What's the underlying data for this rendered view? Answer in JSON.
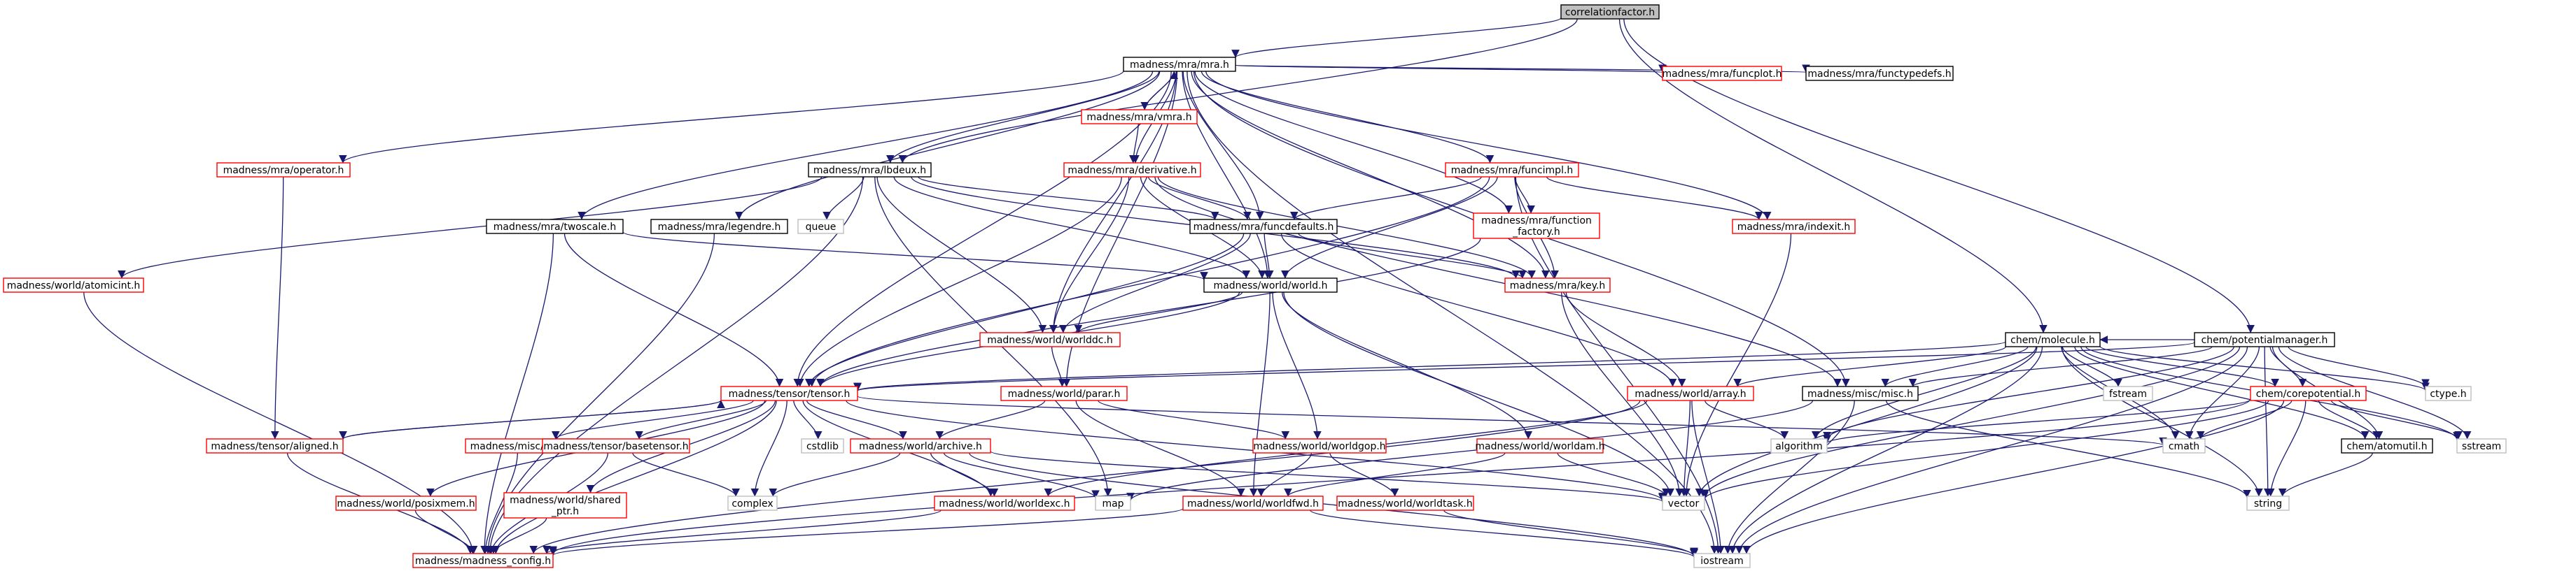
{
  "colors": {
    "edge": "#191970",
    "node_border_black": "#000000",
    "node_border_red": "#ff0000",
    "node_border_gray": "#bfbfbf",
    "root_fill": "#bfbfbf",
    "node_fill": "#ffffff"
  },
  "nodes": {
    "correlationfactor": {
      "label": "correlationfactor.h",
      "style": "root"
    },
    "mra": {
      "label": "madness/mra/mra.h",
      "style": "black"
    },
    "funcplot": {
      "label": "madness/mra/funcplot.h",
      "style": "red"
    },
    "functypedefs": {
      "label": "madness/mra/functypedefs.h",
      "style": "black"
    },
    "vmra": {
      "label": "madness/mra/vmra.h",
      "style": "red"
    },
    "operator": {
      "label": "madness/mra/operator.h",
      "style": "red"
    },
    "derivative": {
      "label": "madness/mra/derivative.h",
      "style": "red"
    },
    "funcimpl": {
      "label": "madness/mra/funcimpl.h",
      "style": "red"
    },
    "lbdeux": {
      "label": "madness/mra/lbdeux.h",
      "style": "black"
    },
    "queue": {
      "label": "queue",
      "style": "gray"
    },
    "funcdefaults": {
      "label": "madness/mra/funcdefaults.h",
      "style": "black"
    },
    "function_factory": {
      "label": [
        "madness/mra/function",
        "_factory.h"
      ],
      "style": "red"
    },
    "indexit": {
      "label": "madness/mra/indexit.h",
      "style": "red"
    },
    "twoscale": {
      "label": "madness/mra/twoscale.h",
      "style": "black"
    },
    "legendre": {
      "label": "madness/mra/legendre.h",
      "style": "black"
    },
    "atomicint": {
      "label": "madness/world/atomicint.h",
      "style": "red"
    },
    "world": {
      "label": "madness/world/world.h",
      "style": "black"
    },
    "key": {
      "label": "madness/mra/key.h",
      "style": "red"
    },
    "worlddc": {
      "label": "madness/world/worlddc.h",
      "style": "red"
    },
    "molecule": {
      "label": "chem/molecule.h",
      "style": "black"
    },
    "potentialmanager": {
      "label": "chem/potentialmanager.h",
      "style": "black"
    },
    "tensor": {
      "label": "madness/tensor/tensor.h",
      "style": "red"
    },
    "parar": {
      "label": "madness/world/parar.h",
      "style": "red"
    },
    "array": {
      "label": "madness/world/array.h",
      "style": "red"
    },
    "misc": {
      "label": "madness/misc/misc.h",
      "style": "black"
    },
    "fstream": {
      "label": "fstream",
      "style": "gray"
    },
    "corepotential": {
      "label": "chem/corepotential.h",
      "style": "red"
    },
    "ctype": {
      "label": "ctype.h",
      "style": "gray"
    },
    "aligned": {
      "label": "madness/tensor/aligned.h",
      "style": "red"
    },
    "ran": {
      "label": "madness/misc/ran.h",
      "style": "red"
    },
    "basetensor": {
      "label": "madness/tensor/basetensor.h",
      "style": "red"
    },
    "cstdlib": {
      "label": "cstdlib",
      "style": "gray"
    },
    "archive": {
      "label": "madness/world/archive.h",
      "style": "red"
    },
    "worldgop": {
      "label": "madness/world/worldgop.h",
      "style": "red"
    },
    "worldam": {
      "label": "madness/world/worldam.h",
      "style": "red"
    },
    "algorithm": {
      "label": "algorithm",
      "style": "gray"
    },
    "cmath": {
      "label": "cmath",
      "style": "gray"
    },
    "atomutil": {
      "label": "chem/atomutil.h",
      "style": "black"
    },
    "sstream": {
      "label": "sstream",
      "style": "gray"
    },
    "posixmem": {
      "label": "madness/world/posixmem.h",
      "style": "red"
    },
    "shared_ptr": {
      "label": [
        "madness/world/shared",
        "_ptr.h"
      ],
      "style": "red"
    },
    "complex": {
      "label": "complex",
      "style": "gray"
    },
    "worldexc": {
      "label": "madness/world/worldexc.h",
      "style": "red"
    },
    "map": {
      "label": "map",
      "style": "gray"
    },
    "worldfwd": {
      "label": "madness/world/worldfwd.h",
      "style": "red"
    },
    "worldtask": {
      "label": "madness/world/worldtask.h",
      "style": "red"
    },
    "vector": {
      "label": "vector",
      "style": "gray"
    },
    "string": {
      "label": "string",
      "style": "gray"
    },
    "madness_config": {
      "label": "madness/madness_config.h",
      "style": "red"
    },
    "iostream": {
      "label": "iostream",
      "style": "gray"
    }
  },
  "edges": [
    [
      "correlationfactor",
      "mra"
    ],
    [
      "correlationfactor",
      "lbdeux"
    ],
    [
      "correlationfactor",
      "molecule"
    ],
    [
      "correlationfactor",
      "potentialmanager"
    ],
    [
      "mra",
      "funcplot"
    ],
    [
      "mra",
      "functypedefs"
    ],
    [
      "mra",
      "vmra"
    ],
    [
      "mra",
      "operator"
    ],
    [
      "mra",
      "derivative"
    ],
    [
      "mra",
      "funcimpl"
    ],
    [
      "mra",
      "lbdeux"
    ],
    [
      "mra",
      "funcdefaults"
    ],
    [
      "mra",
      "function_factory"
    ],
    [
      "mra",
      "indexit"
    ],
    [
      "mra",
      "twoscale"
    ],
    [
      "mra",
      "legendre"
    ],
    [
      "mra",
      "world"
    ],
    [
      "mra",
      "key"
    ],
    [
      "mra",
      "worlddc"
    ],
    [
      "mra",
      "tensor"
    ],
    [
      "mra",
      "parar"
    ],
    [
      "mra",
      "misc"
    ],
    [
      "mra",
      "iostream"
    ],
    [
      "vmra",
      "mra"
    ],
    [
      "vmra",
      "derivative"
    ],
    [
      "derivative",
      "funcdefaults"
    ],
    [
      "derivative",
      "world"
    ],
    [
      "derivative",
      "worlddc"
    ],
    [
      "derivative",
      "tensor"
    ],
    [
      "derivative",
      "key"
    ],
    [
      "derivative",
      "misc"
    ],
    [
      "funcimpl",
      "funcdefaults"
    ],
    [
      "funcimpl",
      "function_factory"
    ],
    [
      "funcimpl",
      "indexit"
    ],
    [
      "funcimpl",
      "key"
    ],
    [
      "funcimpl",
      "world"
    ],
    [
      "funcimpl",
      "tensor"
    ],
    [
      "funcimpl",
      "iostream"
    ],
    [
      "lbdeux",
      "queue"
    ],
    [
      "lbdeux",
      "funcdefaults"
    ],
    [
      "lbdeux",
      "world"
    ],
    [
      "lbdeux",
      "worlddc"
    ],
    [
      "lbdeux",
      "key"
    ],
    [
      "lbdeux",
      "atomicint"
    ],
    [
      "lbdeux",
      "map"
    ],
    [
      "lbdeux",
      "madness_config"
    ],
    [
      "operator",
      "aligned"
    ],
    [
      "funcdefaults",
      "world"
    ],
    [
      "funcdefaults",
      "worlddc"
    ],
    [
      "funcdefaults",
      "tensor"
    ],
    [
      "funcdefaults",
      "key"
    ],
    [
      "funcdefaults",
      "array"
    ],
    [
      "function_factory",
      "tensor"
    ],
    [
      "indexit",
      "vector"
    ],
    [
      "twoscale",
      "tensor"
    ],
    [
      "twoscale",
      "world"
    ],
    [
      "twoscale",
      "madness_config"
    ],
    [
      "legendre",
      "madness_config"
    ],
    [
      "atomicint",
      "madness_config"
    ],
    [
      "world",
      "worlddc"
    ],
    [
      "world",
      "tensor"
    ],
    [
      "world",
      "worldgop"
    ],
    [
      "world",
      "worldam"
    ],
    [
      "world",
      "worldfwd"
    ],
    [
      "world",
      "vector"
    ],
    [
      "key",
      "array"
    ],
    [
      "key",
      "vector"
    ],
    [
      "worlddc",
      "parar"
    ],
    [
      "molecule",
      "tensor"
    ],
    [
      "molecule",
      "array"
    ],
    [
      "molecule",
      "misc"
    ],
    [
      "molecule",
      "fstream"
    ],
    [
      "molecule",
      "corepotential"
    ],
    [
      "molecule",
      "algorithm"
    ],
    [
      "molecule",
      "cmath"
    ],
    [
      "molecule",
      "atomutil"
    ],
    [
      "molecule",
      "sstream"
    ],
    [
      "molecule",
      "ctype"
    ],
    [
      "molecule",
      "vector"
    ],
    [
      "molecule",
      "string"
    ],
    [
      "molecule",
      "iostream"
    ],
    [
      "potentialmanager",
      "molecule"
    ],
    [
      "potentialmanager",
      "corepotential"
    ],
    [
      "potentialmanager",
      "tensor"
    ],
    [
      "potentialmanager",
      "misc"
    ],
    [
      "potentialmanager",
      "ctype"
    ],
    [
      "potentialmanager",
      "algorithm"
    ],
    [
      "potentialmanager",
      "cmath"
    ],
    [
      "potentialmanager",
      "atomutil"
    ],
    [
      "potentialmanager",
      "sstream"
    ],
    [
      "potentialmanager",
      "vector"
    ],
    [
      "potentialmanager",
      "string"
    ],
    [
      "potentialmanager",
      "iostream"
    ],
    [
      "tensor",
      "aligned"
    ],
    [
      "tensor",
      "ran"
    ],
    [
      "tensor",
      "basetensor"
    ],
    [
      "tensor",
      "cstdlib"
    ],
    [
      "tensor",
      "archive"
    ],
    [
      "tensor",
      "posixmem"
    ],
    [
      "tensor",
      "shared_ptr"
    ],
    [
      "tensor",
      "complex"
    ],
    [
      "tensor",
      "cmath"
    ],
    [
      "tensor",
      "vector"
    ],
    [
      "tensor",
      "madness_config"
    ],
    [
      "tensor",
      "worldexc"
    ],
    [
      "aligned",
      "tensor"
    ],
    [
      "aligned",
      "madness_config"
    ],
    [
      "parar",
      "archive"
    ],
    [
      "parar",
      "worldgop"
    ],
    [
      "parar",
      "worldfwd"
    ],
    [
      "array",
      "worldexc"
    ],
    [
      "array",
      "vector"
    ],
    [
      "array",
      "algorithm"
    ],
    [
      "array",
      "iostream"
    ],
    [
      "array",
      "madness_config"
    ],
    [
      "misc",
      "iostream"
    ],
    [
      "misc",
      "string"
    ],
    [
      "misc",
      "map"
    ],
    [
      "corepotential",
      "cmath"
    ],
    [
      "corepotential",
      "atomutil"
    ],
    [
      "corepotential",
      "sstream"
    ],
    [
      "corepotential",
      "string"
    ],
    [
      "corepotential",
      "vector"
    ],
    [
      "corepotential",
      "iostream"
    ],
    [
      "corepotential",
      "madness_config"
    ],
    [
      "corepotential",
      "algorithm"
    ],
    [
      "atomutil",
      "string"
    ],
    [
      "ran",
      "madness_config"
    ],
    [
      "basetensor",
      "madness_config"
    ],
    [
      "basetensor",
      "complex"
    ],
    [
      "archive",
      "complex"
    ],
    [
      "archive",
      "map"
    ],
    [
      "archive",
      "worldexc"
    ],
    [
      "archive",
      "vector"
    ],
    [
      "archive",
      "iostream"
    ],
    [
      "worldgop",
      "worldfwd"
    ],
    [
      "worldgop",
      "worldtask"
    ],
    [
      "worldam",
      "worldfwd"
    ],
    [
      "worldam",
      "vector"
    ],
    [
      "posixmem",
      "madness_config"
    ],
    [
      "shared_ptr",
      "madness_config"
    ],
    [
      "worldexc",
      "madness_config"
    ],
    [
      "worldfwd",
      "madness_config"
    ],
    [
      "worldfwd",
      "iostream"
    ],
    [
      "worldtask",
      "iostream"
    ]
  ]
}
